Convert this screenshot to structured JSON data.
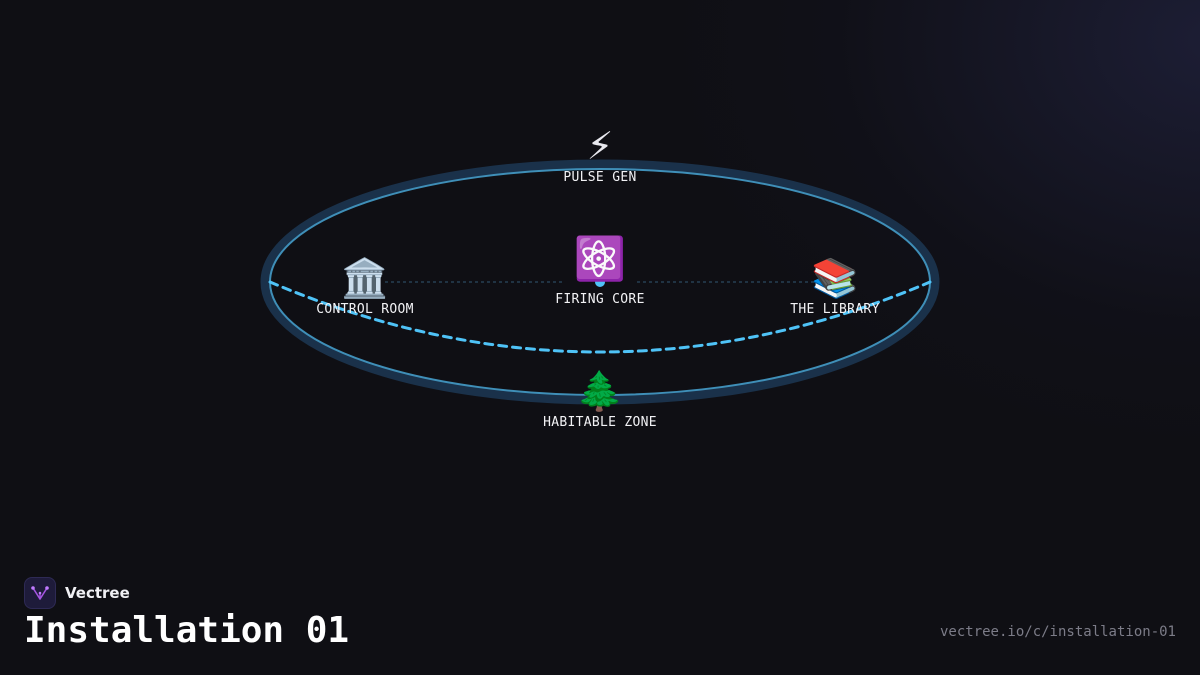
{
  "nodes": {
    "pulse_gen": {
      "icon": "lightning-icon",
      "glyph": "⚡",
      "label": "PULSE GEN"
    },
    "firing_core": {
      "icon": "atom-icon",
      "glyph": "⚛️",
      "label": "FIRING CORE"
    },
    "control_room": {
      "icon": "classical-building-icon",
      "glyph": "🏛️",
      "label": "CONTROL ROOM"
    },
    "the_library": {
      "icon": "books-icon",
      "glyph": "📚",
      "label": "THE LIBRARY"
    },
    "habitable_zone": {
      "icon": "evergreen-tree-icon",
      "glyph": "🌲",
      "label": "HABITABLE ZONE"
    }
  },
  "brand": {
    "name": "Vectree",
    "logo_icon": "vectree-logo-icon"
  },
  "title": "Installation 01",
  "url": "vectree.io/c/installation-01",
  "colors": {
    "background": "#0f0f14",
    "ring": "#3f8fb8",
    "ring_halo": "#1f3a55",
    "dashed_path": "#4fc3f7",
    "core_dot": "#4fc3f7",
    "logo_accent": "#a455e0"
  }
}
